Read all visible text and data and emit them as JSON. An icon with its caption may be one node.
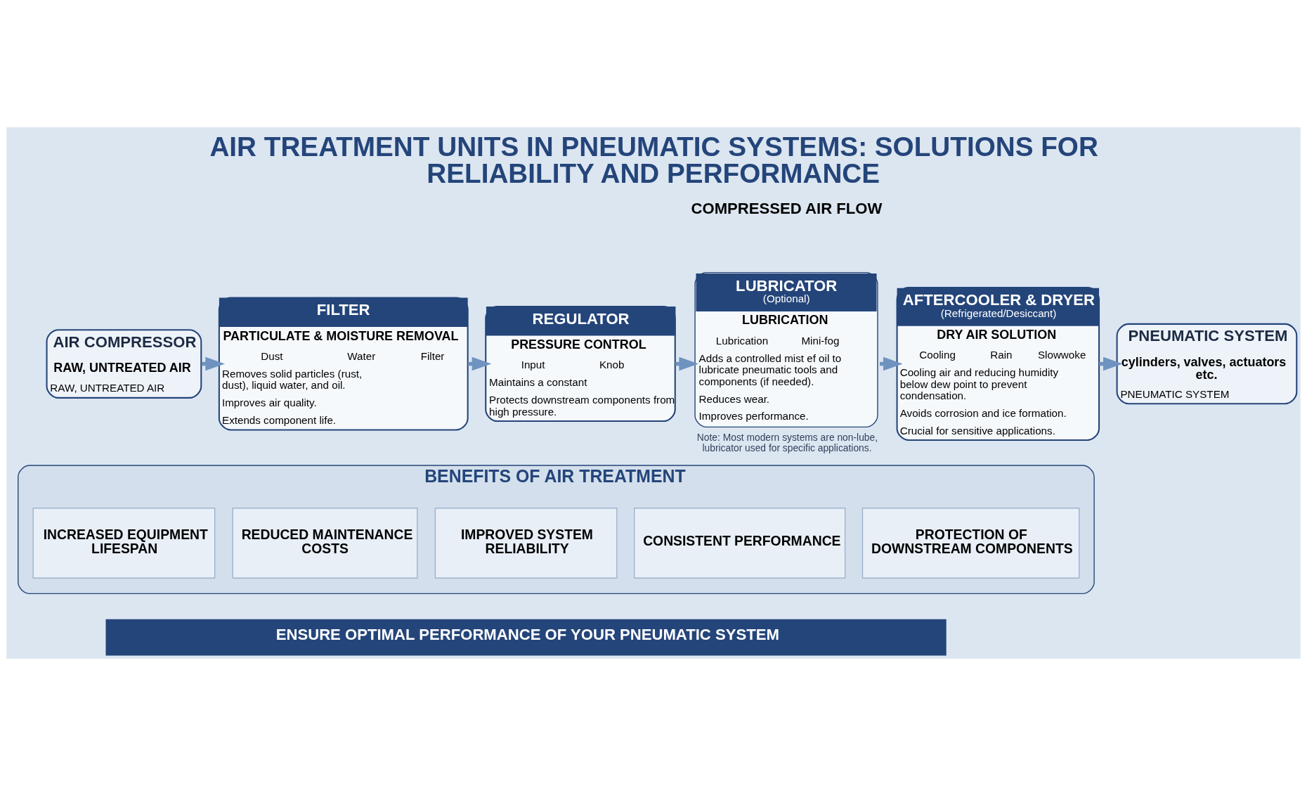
{
  "diagram": {
    "title": "AIR TREATMENT UNITS IN PNEUMATIC SYSTEMS: SOLUTIONS FOR RELIABILITY AND PERFORMANCE",
    "nodes": [
      {
        "text": [
          "AIR COMPRESSOR",
          "RAW, UNTREATED AIR",
          "RAW, UNTREATED AIR"
        ]
      },
      {
        "text": [
          "FILTER",
          "PARTICULATE & MOISTURE REMOVAL",
          "Dust",
          "Water",
          "Filter",
          "Removes solid particles (rust, dust), liquid water, and oil.",
          "Improves air quality.",
          "Extends component life."
        ]
      },
      {
        "text": [
          "REGULATOR",
          "PRESSURE CONTROL",
          "Input",
          "Knob",
          "Maintains a constant",
          "Protects downstream components from high pressure."
        ]
      },
      {
        "text": [
          "LUBRICATOR",
          "(Optional)",
          "LUBRICATION",
          "Lubrication",
          "Mini-fog",
          "Adds a controlled mist ef oil to lubricate pneumatic tools and components (if needed).",
          "Reduces wear.",
          "Improves performance."
        ],
        "beside": [
          "Note: Most modern systems are non-lube, lubricator used for specific applications."
        ]
      },
      {
        "text": [
          "AFTERCOOLER & DRYER",
          "(Refrigerated/Desiccant)",
          "DRY AIR SOLUTION",
          "Cooling",
          "Rain",
          "Slowwoke",
          "Cooling air and reducing humidity below dew point to prevent condensation.",
          "Avoids corrosion and ice formation.",
          "Crucial for sensitive applications."
        ]
      },
      {
        "text": [
          "PNEUMATIC SYSTEM",
          "cylinders, valves, actuators etc.",
          "PNEUMATIC SYSTEM"
        ]
      },
      {
        "text": [
          "BENEFITS OF AIR TREATMENT"
        ]
      },
      {
        "text": [
          "INCREASED EQUIPMENT LIFESPAN"
        ],
        "in": 6
      },
      {
        "text": [
          "REDUCED MAINTENANCE COSTS"
        ],
        "in": 6
      },
      {
        "text": [
          "IMPROVED SYSTEM RELIABILITY"
        ],
        "in": 6
      },
      {
        "text": [
          "CONSISTENT PERFORMANCE"
        ],
        "in": 6
      },
      {
        "text": [
          "PROTECTION OF DOWNSTREAM COMPONENTS"
        ],
        "in": 6
      }
    ],
    "edges": [
      {
        "from": 0,
        "to": 1,
        "arrow": "to"
      },
      {
        "from": 1,
        "to": 2,
        "arrow": "to"
      },
      {
        "from": 2,
        "to": 3,
        "arrow": "to"
      },
      {
        "from": 3,
        "to": 4,
        "arrow": "to"
      },
      {
        "from": 4,
        "to": 5,
        "arrow": "to"
      }
    ],
    "labels": [
      "COMPRESSED AIR FLOW",
      "ENSURE OPTIMAL PERFORMANCE OF YOUR PNEUMATIC SYSTEM"
    ]
  }
}
